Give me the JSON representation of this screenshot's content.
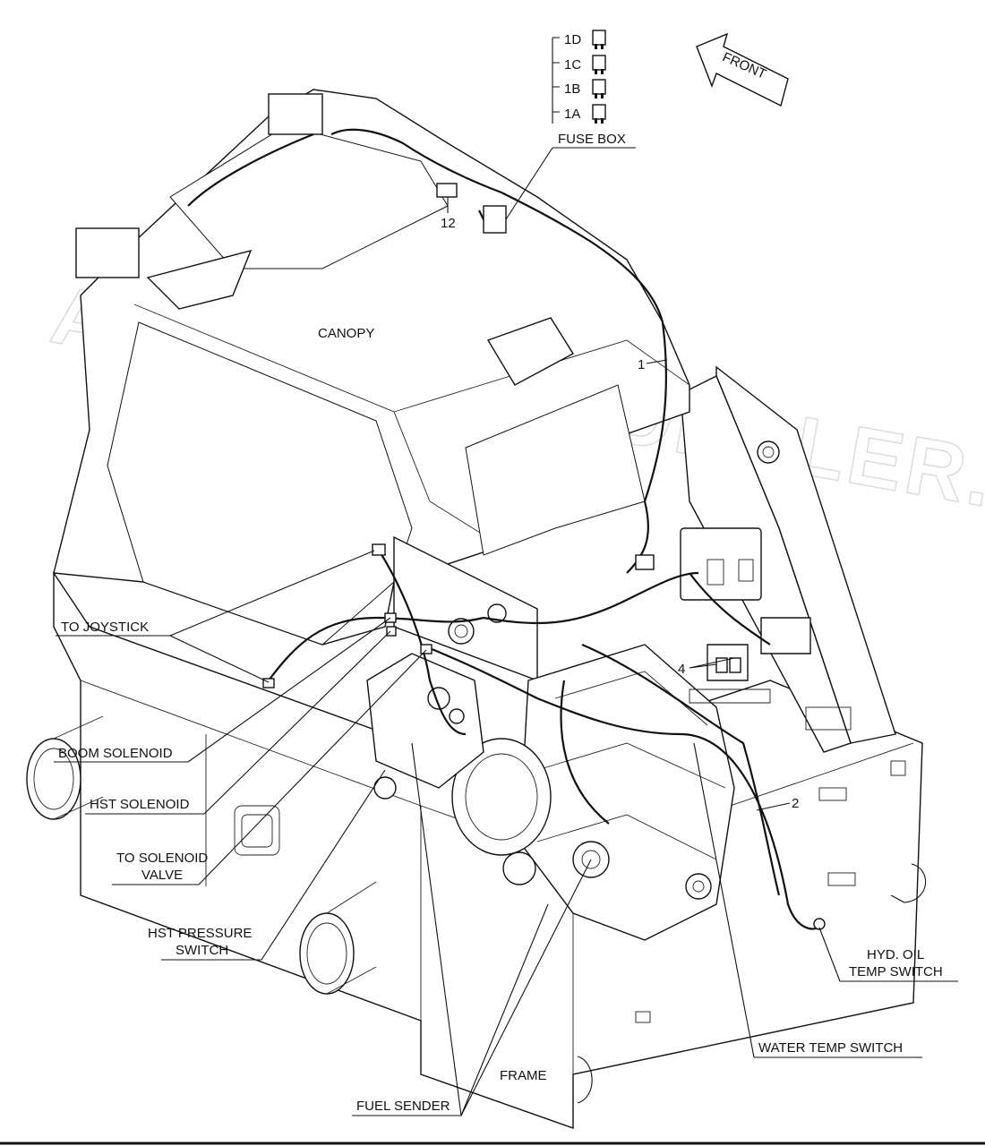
{
  "watermark": "ACHILLAUTODEALER.RU",
  "front_arrow": {
    "label": "FRONT"
  },
  "fuses": [
    {
      "id": "1D"
    },
    {
      "id": "1C"
    },
    {
      "id": "1B"
    },
    {
      "id": "1A"
    }
  ],
  "labels": {
    "fuse_box": "FUSE BOX",
    "canopy": "CANOPY",
    "frame": "FRAME",
    "to_joystick": "TO JOYSTICK",
    "boom_solenoid": "BOOM SOLENOID",
    "hst_solenoid": "HST SOLENOID",
    "to_solenoid_valve_1": "TO SOLENOID",
    "to_solenoid_valve_2": "VALVE",
    "hst_pressure_switch_1": "HST PRESSURE",
    "hst_pressure_switch_2": "SWITCH",
    "hyd_oil_temp_switch_1": "HYD. OIL",
    "hyd_oil_temp_switch_2": "TEMP SWITCH",
    "water_temp_switch": "WATER TEMP SWITCH",
    "fuel_sender": "FUEL SENDER"
  },
  "callouts": {
    "n12": "12",
    "n1": "1",
    "n2": "2",
    "n4": "4"
  }
}
